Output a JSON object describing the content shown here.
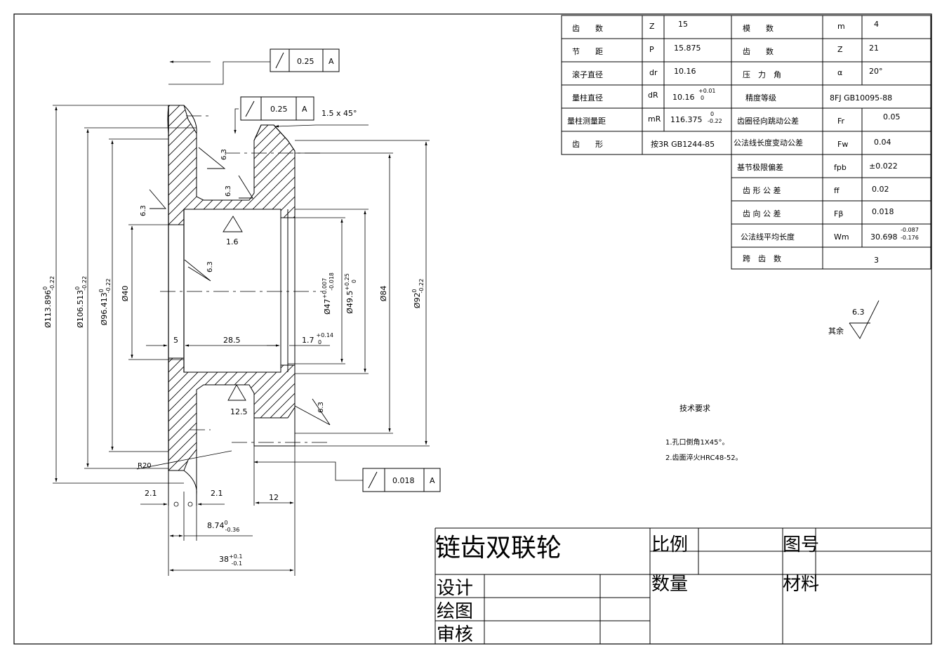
{
  "params_left": [
    {
      "name": "齿　　数",
      "sym": "Z",
      "val": "15"
    },
    {
      "name": "节　　距",
      "sym": "P",
      "val": "15.875"
    },
    {
      "name": "滚子直径",
      "sym": "dr",
      "val": "10.16"
    },
    {
      "name": "量柱直径",
      "sym": "dR",
      "val": "10.16",
      "tol_up": "+0.01",
      "tol_dn": "0"
    },
    {
      "name": "量柱测量距",
      "sym": "mR",
      "val": "116.375",
      "tol_up": "0",
      "tol_dn": "-0.22"
    },
    {
      "name": "齿　　形",
      "merged": "按3R GB1244-85"
    }
  ],
  "params_right": [
    {
      "name": "模　　数",
      "sym": "m",
      "val": "4"
    },
    {
      "name": "齿　　数",
      "sym": "Z",
      "val": "21"
    },
    {
      "name": "压　力　角",
      "sym": "α",
      "val": "20°"
    },
    {
      "name": "精度等级",
      "merged": "8FJ  GB10095-88"
    },
    {
      "name": "齿圈径向跳动公差",
      "sym": "Fr",
      "val": "0.05"
    },
    {
      "name": "公法线长度变动公差",
      "sym": "Fw",
      "val": "0.04"
    },
    {
      "name": "基节极限偏差",
      "sym": "fpb",
      "val": "±0.022"
    },
    {
      "name": "齿 形 公 差",
      "sym": "ff",
      "val": "0.02"
    },
    {
      "name": "齿 向 公 差",
      "sym": "Fβ",
      "val": "0.018"
    },
    {
      "name": "公法线平均长度",
      "sym": "Wm",
      "val": "30.698",
      "tol_up": "-0.087",
      "tol_dn": "-0.176"
    },
    {
      "name": "跨　齿　数",
      "merged": "3"
    }
  ],
  "surface_rest": {
    "value": "6.3",
    "label": "其余"
  },
  "notes": {
    "title": "技术要求",
    "items": [
      "1.孔口倒角1X45°。",
      "2.齿面淬火HRC48-52。"
    ]
  },
  "title_block": {
    "part_name": "链齿双联轮",
    "ratio_label": "比例",
    "qty_label": "数量",
    "drawing_no_label": "图号",
    "material_label": "材料",
    "design_label": "设计",
    "draw_label": "绘图",
    "review_label": "审核"
  },
  "fcf": [
    {
      "value": "0.25",
      "datum": "A"
    },
    {
      "value": "0.25",
      "datum": "A"
    },
    {
      "value": "0.018",
      "datum": "A"
    }
  ],
  "chamfer": "1.5 x 45°",
  "roughness": {
    "r1": "6.3",
    "r2": "6.3",
    "r3": "6.3",
    "r4": "1.6",
    "r5": "6.3",
    "r6": "12.5",
    "r7": "6.3"
  },
  "dims": {
    "d113": {
      "base": "Ø113.896",
      "up": "0",
      "dn": "-0.22"
    },
    "d106": {
      "base": "Ø106.513",
      "up": "0",
      "dn": "-0.22"
    },
    "d96": {
      "base": "Ø96.413",
      "up": "0",
      "dn": "-0.22"
    },
    "d40": "Ø40",
    "d47": {
      "base": "Ø47",
      "up": "+0.007",
      "dn": "-0.018"
    },
    "d49": {
      "base": "Ø49.5",
      "up": "+0.25",
      "dn": "0"
    },
    "d84": "Ø84",
    "d92": {
      "base": "Ø92",
      "up": "0",
      "dn": "-0.22"
    },
    "len5": "5",
    "len28": "28.5",
    "len17": {
      "base": "1.7",
      "up": "+0.14",
      "dn": "0"
    },
    "r20": "R20",
    "w21a": "2.1",
    "w21b": "2.1",
    "len874": {
      "base": "8.74",
      "up": "0",
      "dn": "-0.36"
    },
    "len12": "12",
    "len38": {
      "base": "38",
      "up": "+0.1",
      "dn": "-0.1"
    }
  }
}
